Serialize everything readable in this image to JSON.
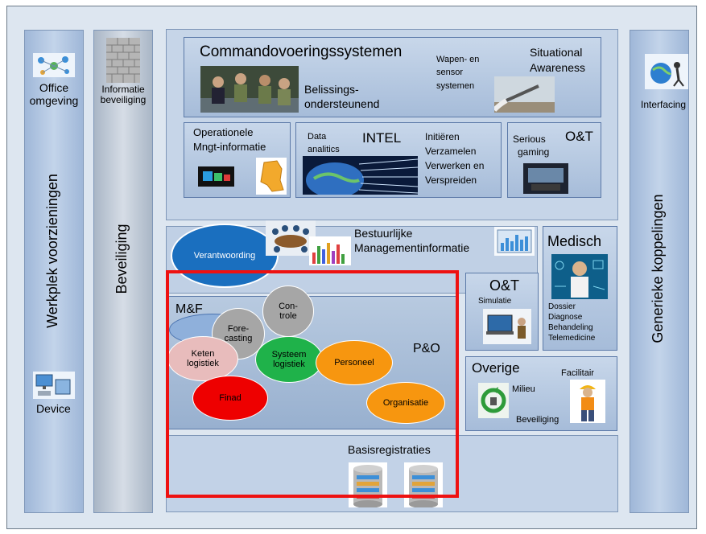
{
  "columns": {
    "werkplek": "Werkplek voorzieningen",
    "beveiliging": "Beveiliging",
    "generieke": "Generieke koppelingen"
  },
  "werkplek_items": {
    "office": "Office omgeving",
    "device": "Device"
  },
  "beveiliging_items": {
    "informatie": "Informatie beveiliging"
  },
  "generieke_items": {
    "interfacing": "Interfacing"
  },
  "command": {
    "title": "Commandovoeringssystemen",
    "belissings": "Belissings-",
    "ondersteunend": "ondersteunend",
    "wapen1": "Wapen- en",
    "wapen2": "sensor",
    "wapen3": "systemen",
    "situational1": "Situational",
    "situational2": "Awareness"
  },
  "operationele": {
    "line1": "Operationele",
    "line2": "Mngt-informatie"
  },
  "intel": {
    "title": "INTEL",
    "data1": "Data",
    "data2": "analitics",
    "steps": [
      "Initiëren",
      "Verzamelen",
      "Verwerken en",
      "Verspreiden"
    ]
  },
  "ot_top": {
    "title": "O&T",
    "serious1": "Serious",
    "serious2": "gaming"
  },
  "bestuurlijke": {
    "verantwoording": "Verantwoording",
    "line1": "Bestuurlijke",
    "line2": "Managementinformatie"
  },
  "medisch": {
    "title": "Medisch",
    "items": [
      "Dossier",
      "Diagnose",
      "Behandeling",
      "Telemedicine"
    ]
  },
  "ot_sim": {
    "title": "O&T",
    "simulatie": "Simulatie"
  },
  "overige": {
    "title": "Overige",
    "facilitair": "Facilitair",
    "milieu": "Milieu",
    "beveiliging": "Beveiliging"
  },
  "mf": {
    "title": "M&F",
    "po": "P&O",
    "controle": "Con-\ntrole",
    "forecasting": "Fore-\ncasting",
    "keten": "Keten\nlogistiek",
    "systeem": "Systeem\nlogistiek",
    "personeel": "Personeel",
    "finad": "Finad",
    "organisatie": "Organisatie"
  },
  "basis": {
    "title": "Basisregistraties"
  },
  "colors": {
    "highlight": "#ee1111",
    "verantwoording": "#1a6fbf",
    "grey_bubble": "#a6a6a6",
    "pink_bubble": "#e8bcbc",
    "green_bubble": "#1fb24a",
    "orange_bubble": "#f7960f",
    "red_bubble": "#ee0000"
  },
  "icons": [
    "network-diagram-icon",
    "brick-wall-icon",
    "globe-icon",
    "computer-device-icon",
    "database-icon",
    "doctor-icon",
    "worker-icon",
    "recycle-icon"
  ]
}
